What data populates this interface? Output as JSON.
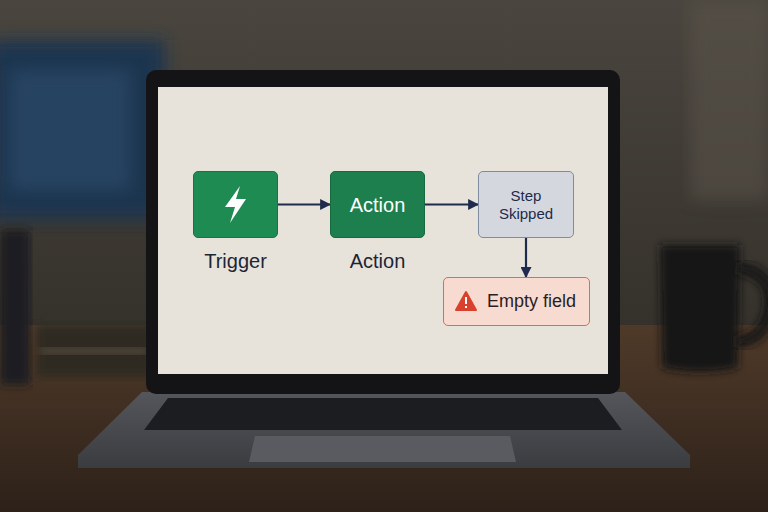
{
  "diagram": {
    "nodes": [
      {
        "text": [
          "Trigger"
        ]
      },
      {
        "text": [
          "Action",
          "Action"
        ]
      },
      {
        "text": [
          "Step Skipped"
        ]
      },
      {
        "text": [
          "Empty field"
        ]
      }
    ],
    "edges": [
      {
        "from": 0,
        "to": 1,
        "arrow": "to"
      },
      {
        "from": 1,
        "to": 2,
        "arrow": "to"
      },
      {
        "from": 2,
        "to": 3,
        "arrow": "to"
      }
    ]
  }
}
